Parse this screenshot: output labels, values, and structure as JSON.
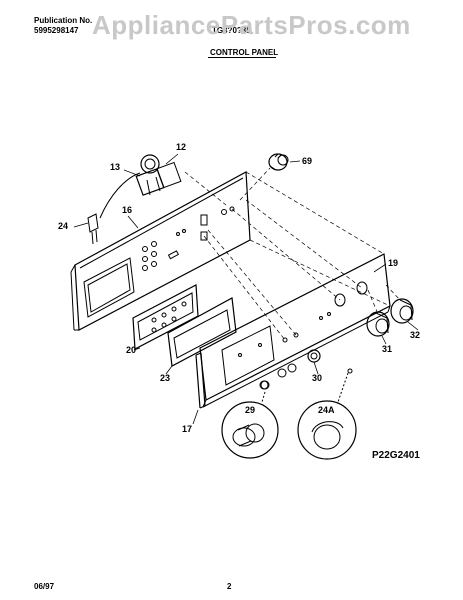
{
  "header": {
    "publication_label": "Publication No.",
    "publication_number": "5995298147",
    "model": "TG3?0?3B",
    "section_title": "CONTROL PANEL"
  },
  "watermark": "AppliancePartsPros.com",
  "diagram": {
    "part_labels": [
      "12",
      "13",
      "69",
      "16",
      "24",
      "19",
      "32",
      "31",
      "30",
      "20",
      "23",
      "29",
      "24A",
      "17"
    ],
    "figure_code": "P22G2401"
  },
  "footer": {
    "date": "06/97",
    "page_number": "2"
  }
}
